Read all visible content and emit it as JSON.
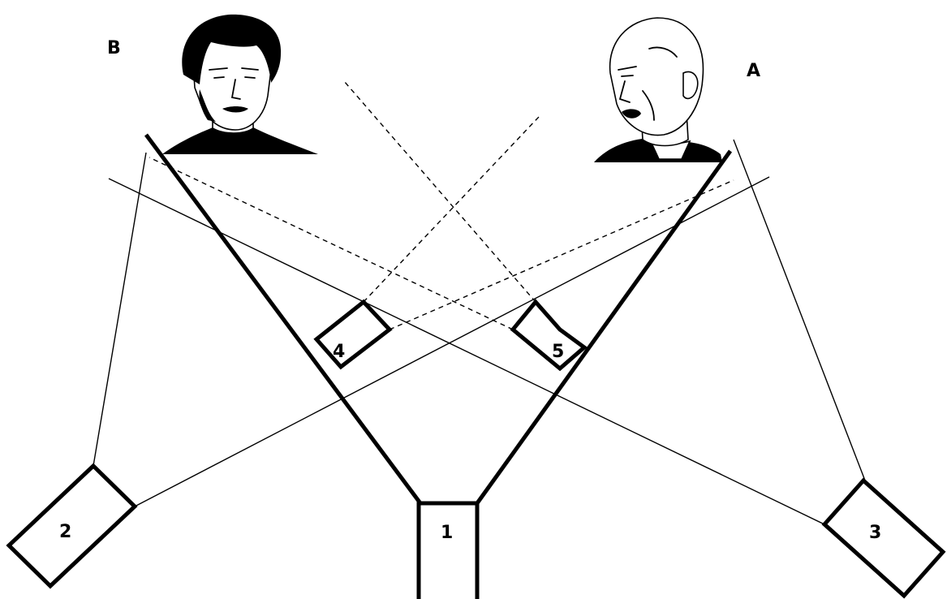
{
  "persons": [
    {
      "id": "B",
      "label": "B"
    },
    {
      "id": "A",
      "label": "A"
    }
  ],
  "cameras": [
    {
      "id": "1",
      "label": "1"
    },
    {
      "id": "2",
      "label": "2"
    },
    {
      "id": "3",
      "label": "3"
    },
    {
      "id": "4",
      "label": "4"
    },
    {
      "id": "5",
      "label": "5"
    }
  ]
}
